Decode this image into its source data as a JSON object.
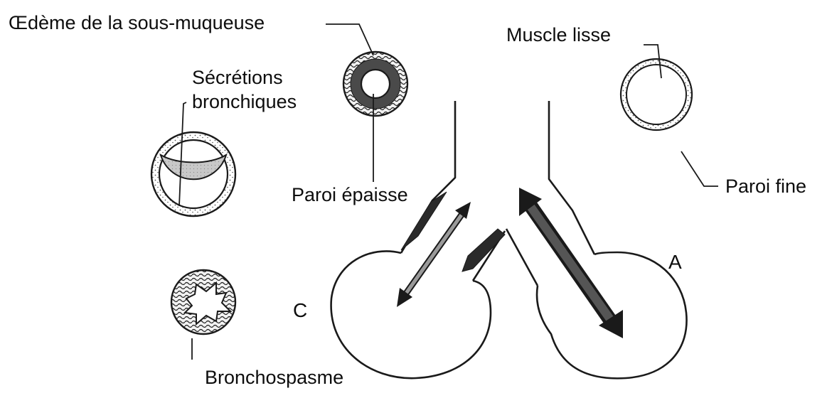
{
  "labels": {
    "oedeme": "Œdème de la sous-muqueuse",
    "secretions_line1": "Sécrétions",
    "secretions_line2": "bronchiques",
    "paroi_epaisse": "Paroi épaisse",
    "bronchospasme": "Bronchospasme",
    "muscle_lisse": "Muscle lisse",
    "paroi_fine": "Paroi fine",
    "alveole_c": "C",
    "alveole_a": "A"
  },
  "colors": {
    "ink": "#1a1a1a",
    "dark_fill": "#4a4a4a",
    "light_fill": "#c8c8c8",
    "page": "#ffffff"
  }
}
